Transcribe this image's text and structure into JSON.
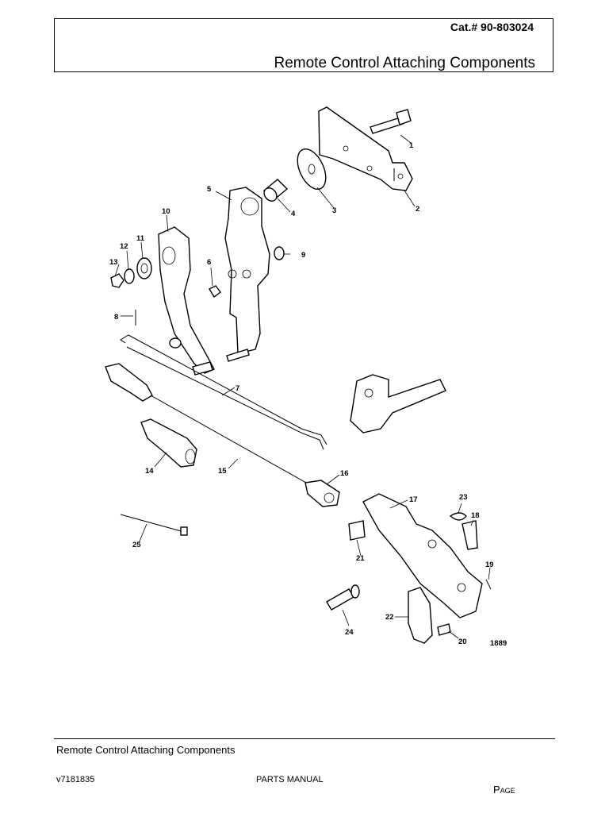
{
  "header": {
    "catalog_number": "Cat.# 90-803024",
    "title": "Remote Control Attaching Components"
  },
  "diagram": {
    "callouts": [
      "1",
      "2",
      "3",
      "4",
      "5",
      "6",
      "7",
      "8",
      "9",
      "10",
      "11",
      "12",
      "13",
      "14",
      "15",
      "16",
      "17",
      "18",
      "19",
      "20",
      "21",
      "22",
      "23",
      "24",
      "25"
    ],
    "figure_number": "1889"
  },
  "footer": {
    "section_title": "Remote Control Attaching Components",
    "version": "v7181835",
    "manual_label": "PARTS MANUAL",
    "page_label": "Page"
  }
}
